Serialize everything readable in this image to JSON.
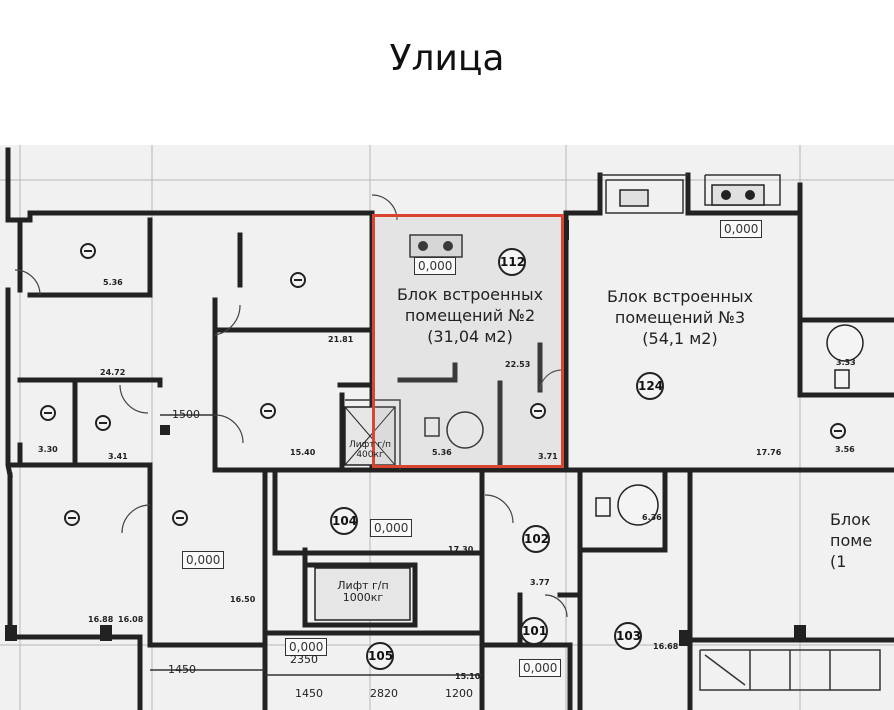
{
  "header": {
    "title": "Улица"
  },
  "highlight_color": "#d9452f",
  "rooms": {
    "r112": {
      "number": "112",
      "label_line1": "Блок встроенных",
      "label_line2": "помещений №2",
      "area": "(31,04 м2)"
    },
    "r124": {
      "number": "124",
      "label_line1": "Блок встроенных",
      "label_line2": "помещений №3",
      "area": "(54,1 м2)"
    },
    "r_right": {
      "label_line1": "Блок",
      "label_line2": "поме",
      "label_line3": "(1"
    },
    "r104": {
      "number": "104"
    },
    "r102": {
      "number": "102"
    },
    "r101": {
      "number": "101"
    },
    "r103": {
      "number": "103"
    },
    "r105": {
      "number": "105"
    }
  },
  "elevations": [
    "0,000",
    "0,000",
    "0,000",
    "0,000",
    "0,000",
    "0,000"
  ],
  "lifts": {
    "small": {
      "line1": "Лифт г/п",
      "line2": "400кг"
    },
    "large": {
      "line1": "Лифт г/п",
      "line2": "1000кг"
    }
  },
  "dimensions": [
    "1500",
    "1450",
    "2350",
    "1450",
    "2820",
    "1200"
  ],
  "small_labels": [
    "5.36",
    "24.72",
    "3.30",
    "3.41",
    "16.88",
    "21.81",
    "22.53",
    "3.71",
    "5.36",
    "17.76",
    "3.33",
    "3.56",
    "6.36",
    "17.30",
    "3.77",
    "16.68",
    "16.08",
    "16.50",
    "15.10",
    "15.40"
  ]
}
